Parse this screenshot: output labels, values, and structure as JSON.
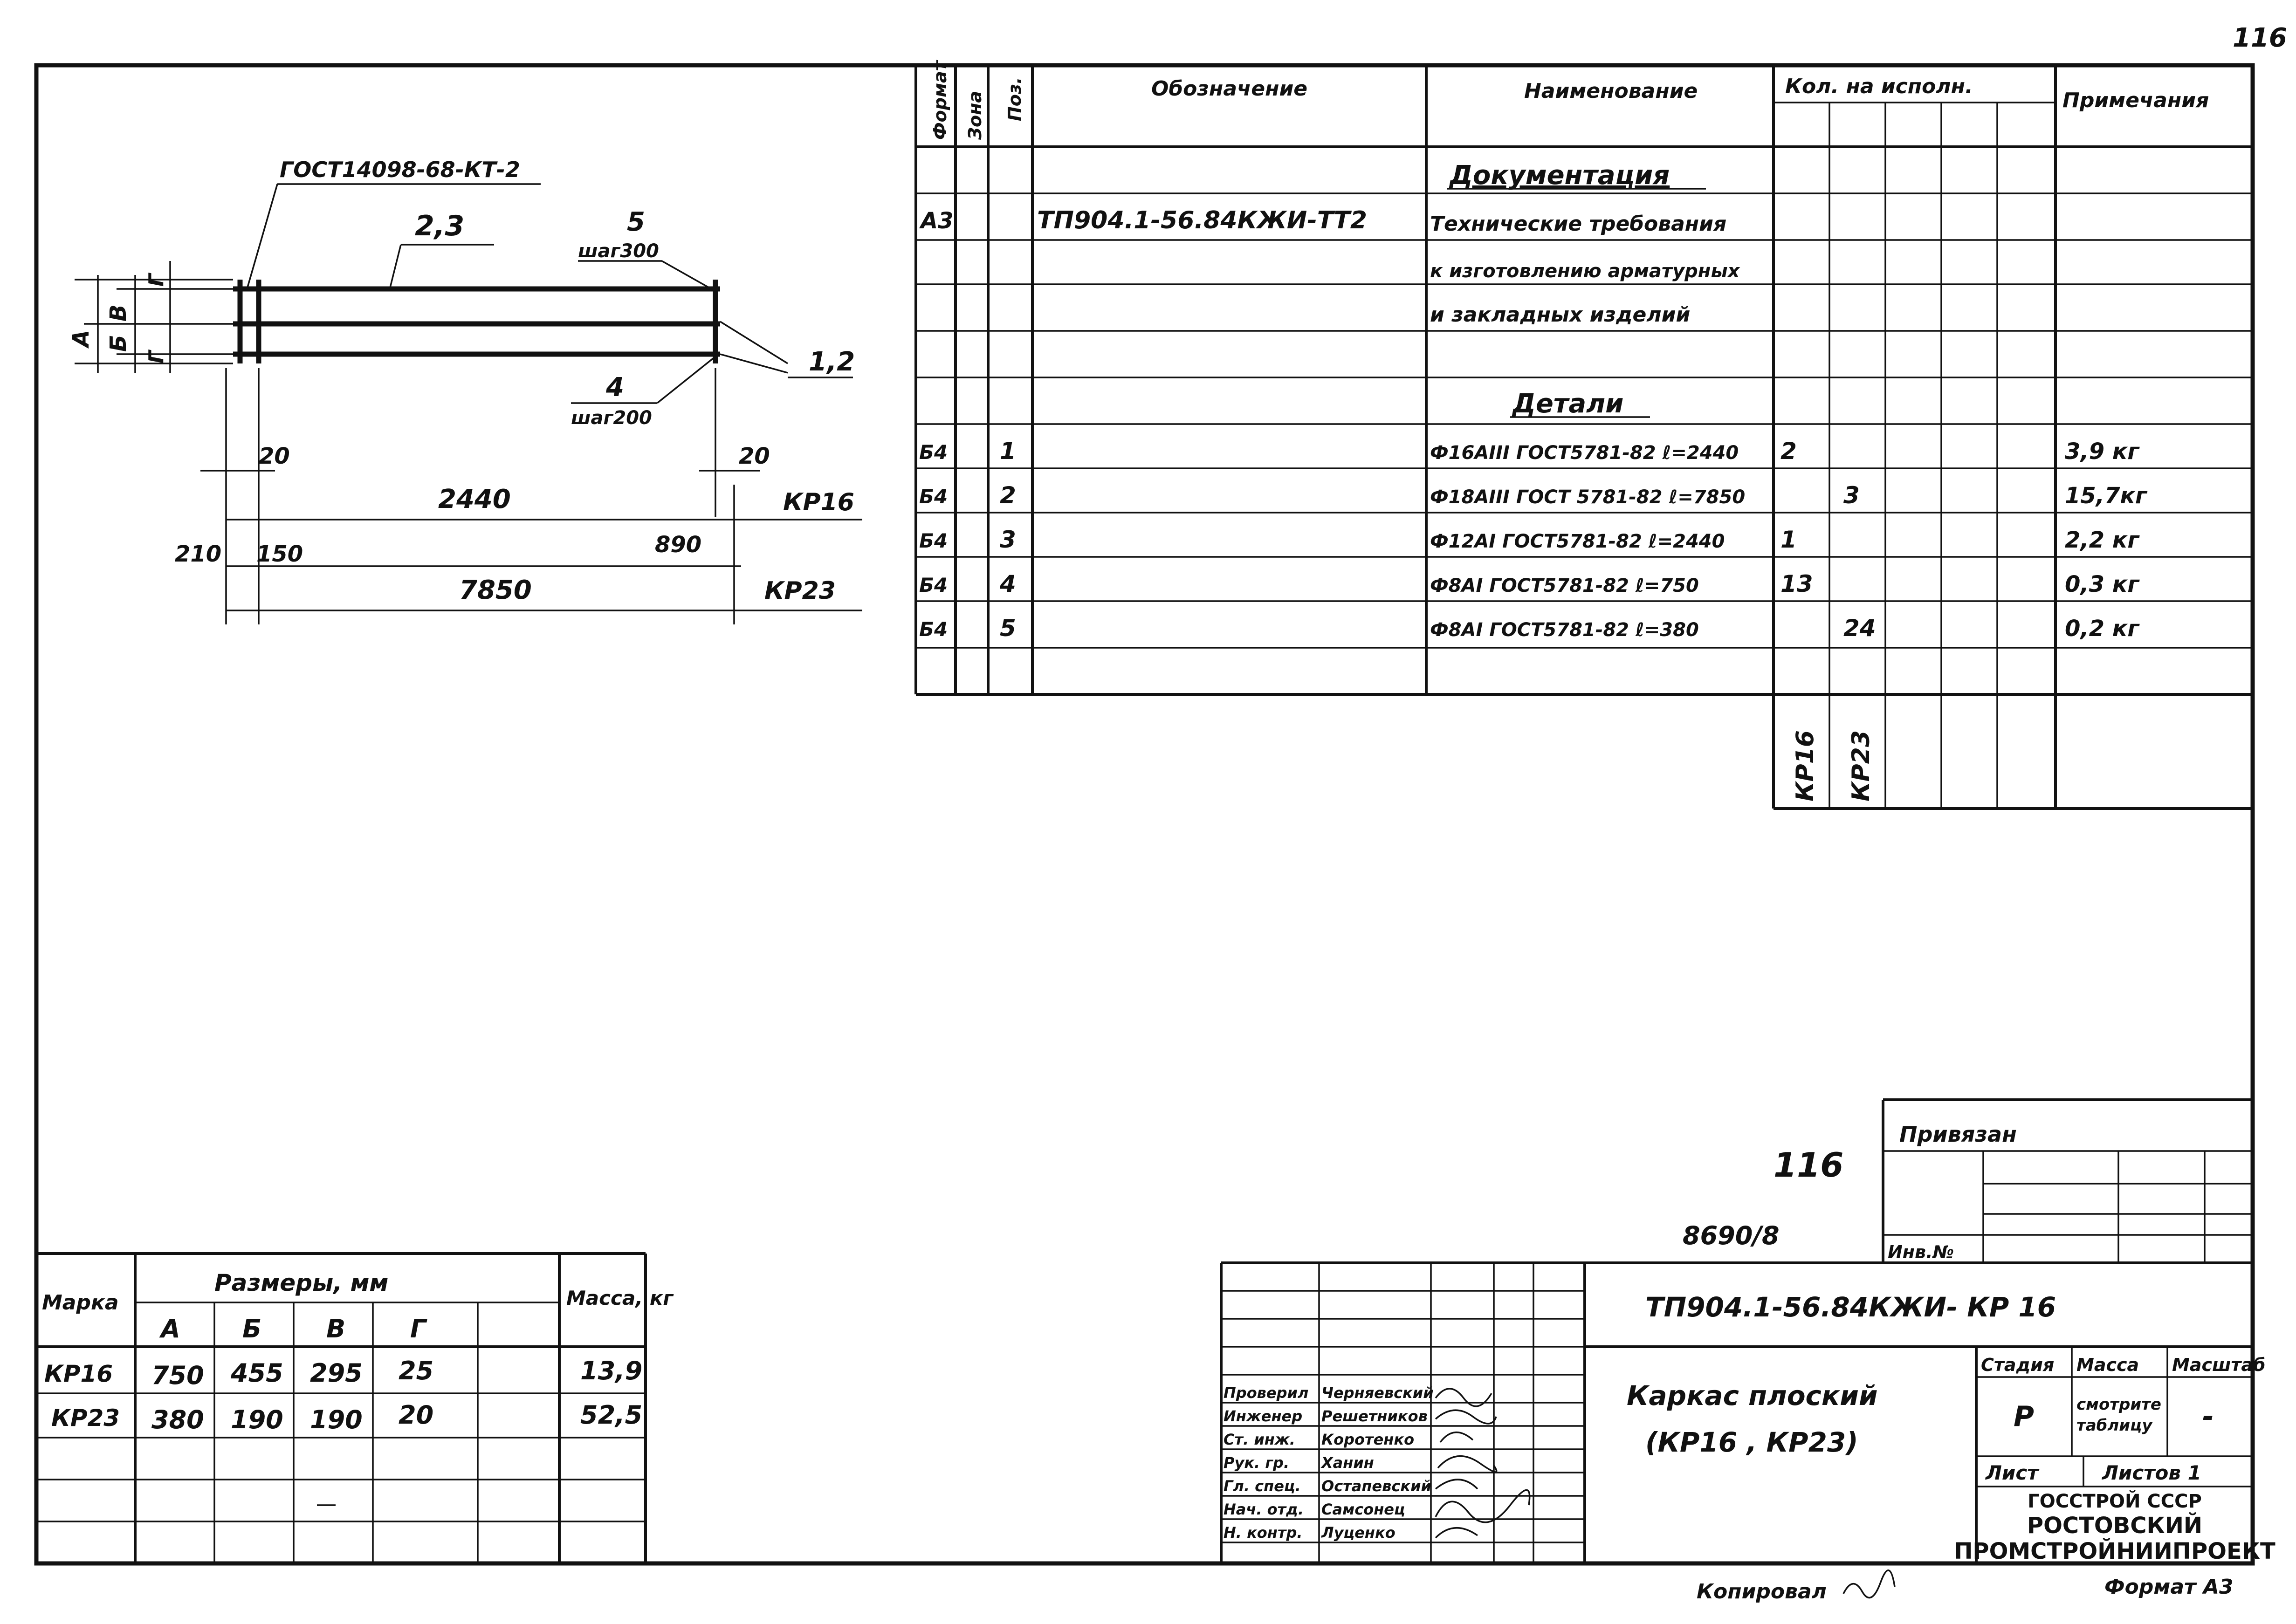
{
  "page_number": "116",
  "drawing": {
    "weld_label": "ГОСТ14098-68-КТ-2",
    "bars_label_top": "2,3",
    "pos5_label": "5",
    "pos5_step": "шаг300",
    "pos4_label": "4",
    "pos4_step": "шаг200",
    "bars_label_right": "1,2",
    "dim_letters": [
      "А",
      "Б",
      "В",
      "Г",
      "Г"
    ],
    "dim_20_left": "20",
    "dim_20_right": "20",
    "dim_2440": "2440",
    "dim_kr16": "КР16",
    "dim_210": "210",
    "dim_150": "150",
    "dim_890": "890",
    "dim_7850": "7850",
    "dim_kr23": "КР23"
  },
  "spec": {
    "headers": {
      "format": "Формат",
      "zone": "Зона",
      "pos": "Поз.",
      "designation": "Обозначение",
      "name": "Наименование",
      "qty": "Кол. на исполн.",
      "note": "Примечания"
    },
    "section_docs": "Документация",
    "doc_row": {
      "format": "А3",
      "designation": "ТП904.1-56.84КЖИ-ТТ2",
      "name_lines": [
        "Технические требования",
        "к изготовлению арматурных",
        "и закладных изделий"
      ]
    },
    "section_parts": "Детали",
    "rows": [
      {
        "format": "Б4",
        "pos": "1",
        "name": "Ф16АIII ГОСТ5781-82 ℓ=2440",
        "q1": "2",
        "q2": "",
        "note": "3,9 кг"
      },
      {
        "format": "Б4",
        "pos": "2",
        "name": "Ф18АIII ГОСТ 5781-82 ℓ=7850",
        "q1": "",
        "q2": "3",
        "note": "15,7кг"
      },
      {
        "format": "Б4",
        "pos": "3",
        "name": "Ф12АI ГОСТ5781-82 ℓ=2440",
        "q1": "1",
        "q2": "",
        "note": "2,2 кг"
      },
      {
        "format": "Б4",
        "pos": "4",
        "name": "Ф8АI ГОСТ5781-82 ℓ=750",
        "q1": "13",
        "q2": "",
        "note": "0,3 кг"
      },
      {
        "format": "Б4",
        "pos": "5",
        "name": "Ф8АI ГОСТ5781-82 ℓ=380",
        "q1": "",
        "q2": "24",
        "note": "0,2 кг"
      }
    ],
    "variant_labels": [
      "КР16",
      "КР23"
    ]
  },
  "dims_table": {
    "col_mark": "Марка",
    "col_sizes": "Размеры, мм",
    "col_mass": "Масса, кг",
    "sub_headers": [
      "А",
      "Б",
      "В",
      "Г"
    ],
    "rows": [
      {
        "mark": "КР16",
        "a": "750",
        "b": "455",
        "v": "295",
        "g": "25",
        "mass": "13,9"
      },
      {
        "mark": "КР23",
        "a": "380",
        "b": "190",
        "v": "190",
        "g": "20",
        "mass": "52,5"
      }
    ]
  },
  "stamp": {
    "margin_number": "116",
    "inv_number": "8690/8",
    "privyazan": "Привязан",
    "inv_label": "Инв.№",
    "doc_code": "ТП904.1-56.84КЖИ- КР 16",
    "title_lines": [
      "Каркас плоский",
      "(КР16 , КР23)"
    ],
    "stage_label": "Стадия",
    "mass_label": "Масса",
    "scale_label": "Масштаб",
    "stage_value": "Р",
    "mass_value_lines": [
      "смотрите",
      "таблицу"
    ],
    "scale_value": "-",
    "sheet_label": "Лист",
    "sheets_label": "Листов 1",
    "org_lines": [
      "ГОССТРОЙ СССР",
      "РОСТОВСКИЙ",
      "ПРОМСТРОЙНИИПРОЕКТ"
    ],
    "people": [
      {
        "role": "Проверил",
        "name": "Черняевский"
      },
      {
        "role": "Инженер",
        "name": "Решетников"
      },
      {
        "role": "Ст. инж.",
        "name": "Коротенко"
      },
      {
        "role": "Рук. гр.",
        "name": "Ханин"
      },
      {
        "role": "Гл. спец.",
        "name": "Остапевский"
      },
      {
        "role": "Нач. отд.",
        "name": "Самсонец"
      },
      {
        "role": "Н. контр.",
        "name": "Луценко"
      }
    ],
    "copied": "Копировал",
    "format": "Формат А3"
  }
}
